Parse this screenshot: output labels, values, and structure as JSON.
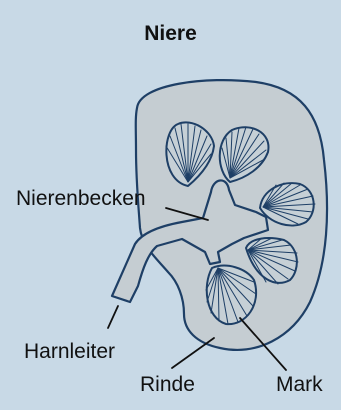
{
  "title": "Niere",
  "labels": {
    "pelvis": "Nierenbecken",
    "ureter": "Harnleiter",
    "cortex": "Rinde",
    "medulla": "Mark"
  },
  "colors": {
    "background": "#c8d9e6",
    "outline": "#1e3f66",
    "kidney_fill": "#c5cdd2",
    "pyramid_fill": "#c6d0d6",
    "leader": "#111111",
    "text": "#111111"
  }
}
